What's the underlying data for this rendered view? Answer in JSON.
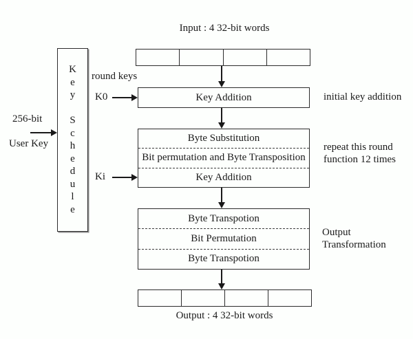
{
  "diagram": {
    "input": {
      "label": "Input : 4 32-bit words",
      "cells": 4
    },
    "output": {
      "label": "Output : 4 32-bit words",
      "cells": 4
    },
    "key_schedule": {
      "word1": "Key",
      "word2": "Schedule",
      "text_vertical": "K\ne\ny\n\nS\nc\nh\ne\nd\nu\nl\ne"
    },
    "user_key": {
      "line1": "256-bit",
      "line2": "User Key"
    },
    "round_keys_label": "round keys",
    "k0_label": "K0",
    "ki_label": "Ki",
    "initial_key_addition_box": {
      "label": "Key Addition"
    },
    "initial_key_addition_note": "initial key addition",
    "round_function_box": {
      "rows": [
        "Byte Substitution",
        "Bit permutation and Byte Transposition",
        "Key Addition"
      ]
    },
    "round_function_note": "repeat this round\nfunction 12 times",
    "output_transformation_box": {
      "rows": [
        "Byte Transpotion",
        "Bit Permutation",
        "Byte Transpotion"
      ]
    },
    "output_transformation_note": "Output\nTransformation",
    "colors": {
      "background": "#fdfffd",
      "line": "#191919",
      "text": "#1a1a1a"
    }
  }
}
